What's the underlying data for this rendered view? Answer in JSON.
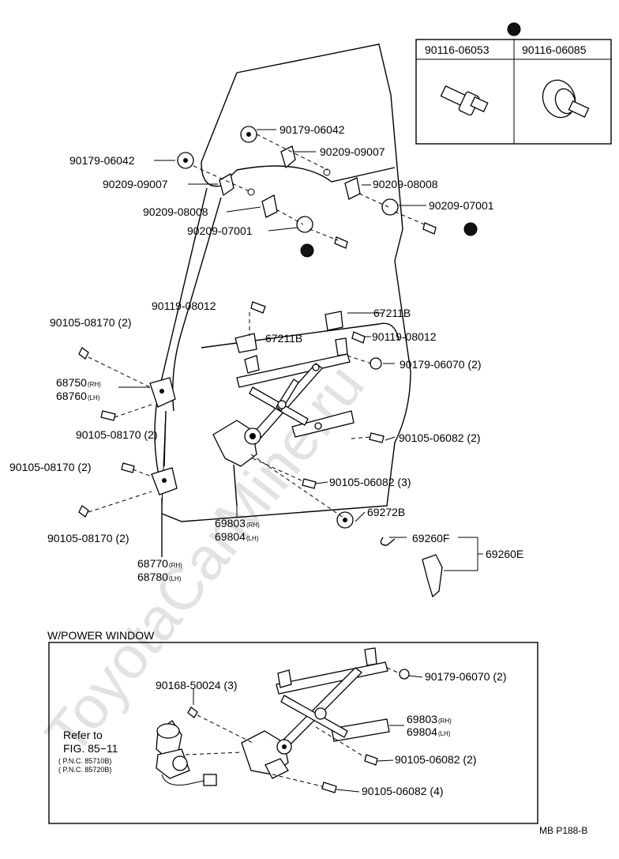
{
  "watermark": "ToyotaCarMine.ru",
  "inset": {
    "headers": [
      "90116-06053",
      "90116-06085"
    ]
  },
  "labels": {
    "p90179_06042_a": "90179-06042",
    "p90209_09007_a": "90209-09007",
    "p90179_06042_b": "90179-06042",
    "p90209_09007_b": "90209-09007",
    "p90209_08008_a": "90209-08008",
    "p90209_07001_a": "90209-07001",
    "p90209_08008_b": "90209-08008",
    "p90209_07001_b": "90209-07001",
    "p90119_08012_a": "90119-08012",
    "p67211B_a": "67211B",
    "p67211B_b": "67211B",
    "p90119_08012_b": "90119-08012",
    "p90105_08170_a": "90105-08170 (2)",
    "p90179_06070_a": "90179-06070 (2)",
    "p68750": "68750",
    "p68760": "68760",
    "p90105_08170_b": "90105-08170 (2)",
    "p90105_06082_a": "90105-06082 (2)",
    "p90105_08170_c": "90105-08170 (2)",
    "p90105_06082_b": "90105-06082 (3)",
    "p69272B": "69272B",
    "p69803_a": "69803",
    "p69804_a": "69804",
    "p90105_08170_d": "90105-08170 (2)",
    "p69260F": "69260F",
    "p69260E": "69260E",
    "p68770": "68770",
    "p68780": "68780",
    "power_title": "W/POWER WINDOW",
    "p90179_06070_b": "90179-06070 (2)",
    "p90168_50024": "90168-50024 (3)",
    "p69803_b": "69803",
    "p69804_b": "69804",
    "refer_to": "Refer to",
    "fig": "FIG. 85−11",
    "pnc1": "( P.N.C. 85710B)",
    "pnc2": "( P.N.C. 85720B)",
    "p90105_06082_c": "90105-06082 (2)",
    "p90105_06082_d": "90105-06082 (4)",
    "code": "MB P188-B"
  },
  "suffix": {
    "rh": "(RH)",
    "lh": "(LH)"
  }
}
